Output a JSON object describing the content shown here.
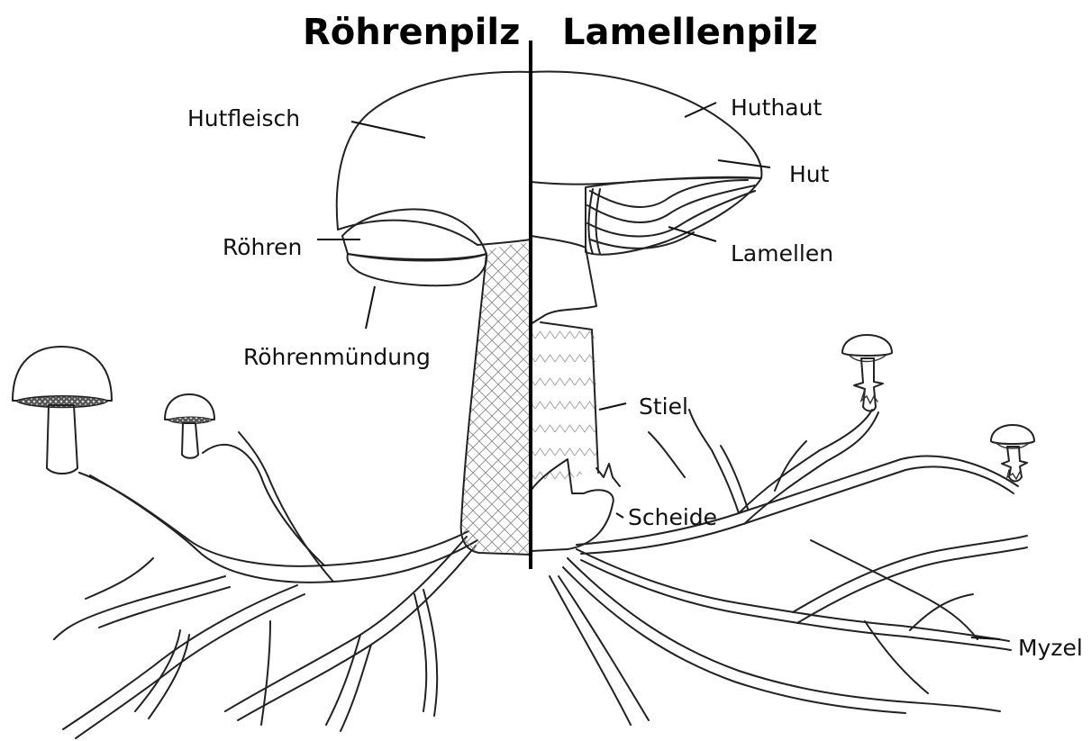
{
  "titles": {
    "left": "Röhrenpilz",
    "right": "Lamellenpilz"
  },
  "labels": {
    "hutfleisch": "Hutfleisch",
    "roehren": "Röhren",
    "roehrenmuendung": "Röhrenmündung",
    "huthaut": "Huthaut",
    "hut": "Hut",
    "lamellen": "Lamellen",
    "stiel": "Stiel",
    "scheide": "Scheide",
    "myzel": "Myzel"
  }
}
